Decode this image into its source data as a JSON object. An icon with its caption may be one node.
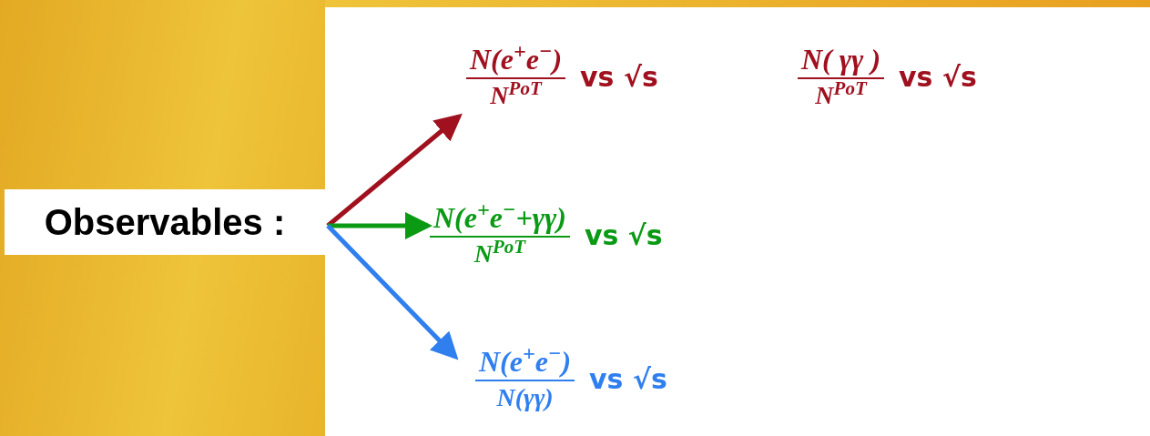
{
  "diagram": {
    "nodes": [
      {
        "text": [
          "Observables :"
        ]
      },
      {
        "text": [
          "N(e$^{+}$e$^{−}$)",
          "N$^{PoT}$",
          "vs √s"
        ]
      },
      {
        "text": [
          "N(  γγ  )",
          "N$^{PoT}$",
          "vs √s"
        ]
      },
      {
        "text": [
          "N(e$^{+}$e$^{−}$+γγ)",
          "N$^{PoT}$",
          "vs √s"
        ]
      },
      {
        "text": [
          "N(e$^{+}$e$^{−}$)",
          "N(γγ)",
          "vs √s"
        ]
      }
    ],
    "edges": [
      {
        "from": 0,
        "to": 1,
        "arrow": "to",
        "color": "#a0101e"
      },
      {
        "from": 0,
        "to": 3,
        "arrow": "to",
        "color": "#0a9a14"
      },
      {
        "from": 0,
        "to": 4,
        "arrow": "to",
        "color": "#2f7fef"
      }
    ]
  }
}
